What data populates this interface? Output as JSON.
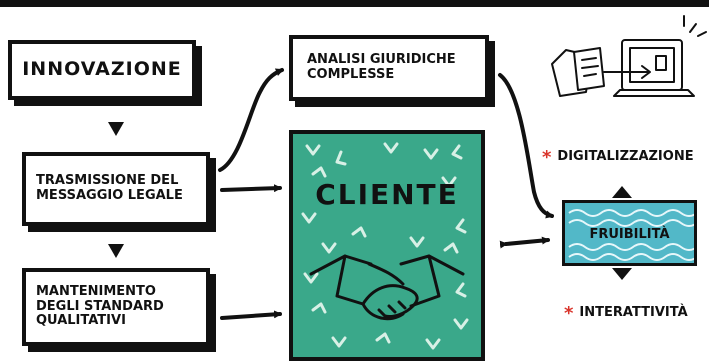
{
  "boxes": {
    "innovazione": "INNOVAZIONE",
    "trasmissione": "TRASMISSIONE DEL\nMESSAGGIO LEGALE",
    "mantenimento": "MANTENIMENTO\nDEGLI STANDARD\nQUALITATIVI",
    "analisi": "ANALISI GIURIDICHE\nCOMPLESSE",
    "cliente": "CLIENTE",
    "fruibilita": "FRUIBILITÀ"
  },
  "side_labels": {
    "star": "*",
    "digitalizzazione": "DIGITALIZZAZIONE",
    "interattivita": "INTERATTIVITÀ"
  },
  "colors": {
    "cliente_fill": "#3aa88a",
    "fruibilita_fill": "#52b8c8",
    "accent_star": "#d9342b",
    "ink": "#111111"
  },
  "icons": {
    "top_right": "documents-to-laptop-icon",
    "cliente": "handshake-icon"
  }
}
